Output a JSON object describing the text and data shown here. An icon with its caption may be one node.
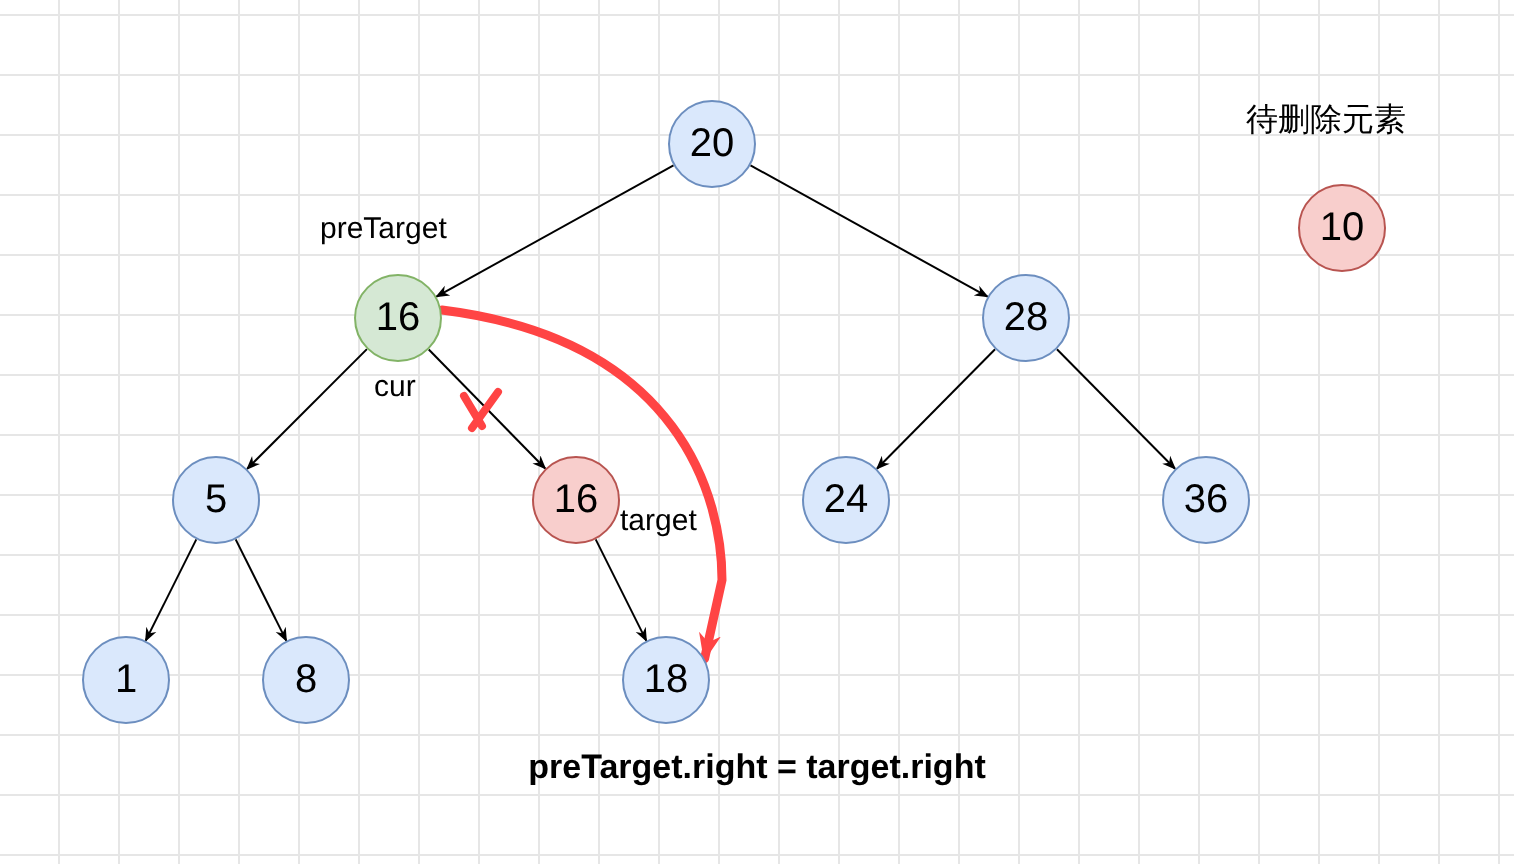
{
  "diagram": {
    "caption": "preTarget.right = target.right",
    "nodes": [
      {
        "text": [
          "20"
        ]
      },
      {
        "text": [
          "16"
        ],
        "beside": [
          "preTarget",
          "cur"
        ]
      },
      {
        "text": [
          "28"
        ]
      },
      {
        "text": [
          "5"
        ]
      },
      {
        "text": [
          "16"
        ],
        "beside": [
          "target"
        ]
      },
      {
        "text": [
          "24"
        ]
      },
      {
        "text": [
          "36"
        ]
      },
      {
        "text": [
          "1"
        ]
      },
      {
        "text": [
          "8"
        ]
      },
      {
        "text": [
          "18"
        ]
      },
      {
        "text": [
          "10"
        ],
        "beside": [
          "待删除元素"
        ]
      }
    ],
    "edges": [
      {
        "from": 0,
        "to": 1,
        "arrow": "to"
      },
      {
        "from": 0,
        "to": 2,
        "arrow": "to"
      },
      {
        "from": 1,
        "to": 3,
        "arrow": "to"
      },
      {
        "from": 1,
        "to": 4,
        "arrow": "to"
      },
      {
        "from": 2,
        "to": 5,
        "arrow": "to"
      },
      {
        "from": 2,
        "to": 6,
        "arrow": "to"
      },
      {
        "from": 3,
        "to": 7,
        "arrow": "to"
      },
      {
        "from": 3,
        "to": 8,
        "arrow": "to"
      },
      {
        "from": 4,
        "to": 9,
        "arrow": "to"
      },
      {
        "from": 1,
        "to": 9,
        "arrow": "to",
        "style": "thick",
        "color": "#ff4444"
      }
    ]
  }
}
